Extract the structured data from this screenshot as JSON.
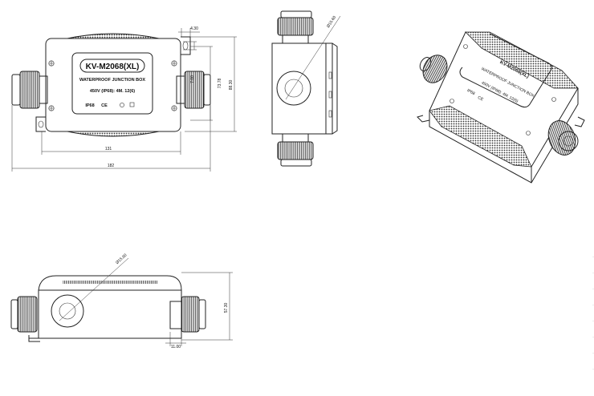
{
  "front_view": {
    "model": "KV-M2068(XL)",
    "subtitle": "WATERPROOF JUNCTION BOX",
    "spec": "450V  (IP68): 4M. 12(6)",
    "ip": "IP68",
    "ce": "CE",
    "dims": {
      "width_inner": "131",
      "width_total": "182",
      "height_inner": "73.78",
      "height_total": "88.30",
      "hole_offset": "4.30",
      "hole_dia": "7.00"
    }
  },
  "side_view": {
    "hole_dim": "Ø15.60"
  },
  "bottom_view": {
    "hole_dim": "Ø15.60",
    "height": "57.30",
    "flange": "11.00"
  },
  "iso_view": {
    "model": "KV-M2068(XL)",
    "subtitle": "WATERPROOF JUNCTION BOX",
    "spec": "450V  (IP68): 4M. 12(6)",
    "ip": "IP68",
    "ce": "CE"
  },
  "right_edge_marks": [
    "·",
    "·",
    "·",
    "·",
    "·",
    "·",
    "·",
    "·"
  ]
}
